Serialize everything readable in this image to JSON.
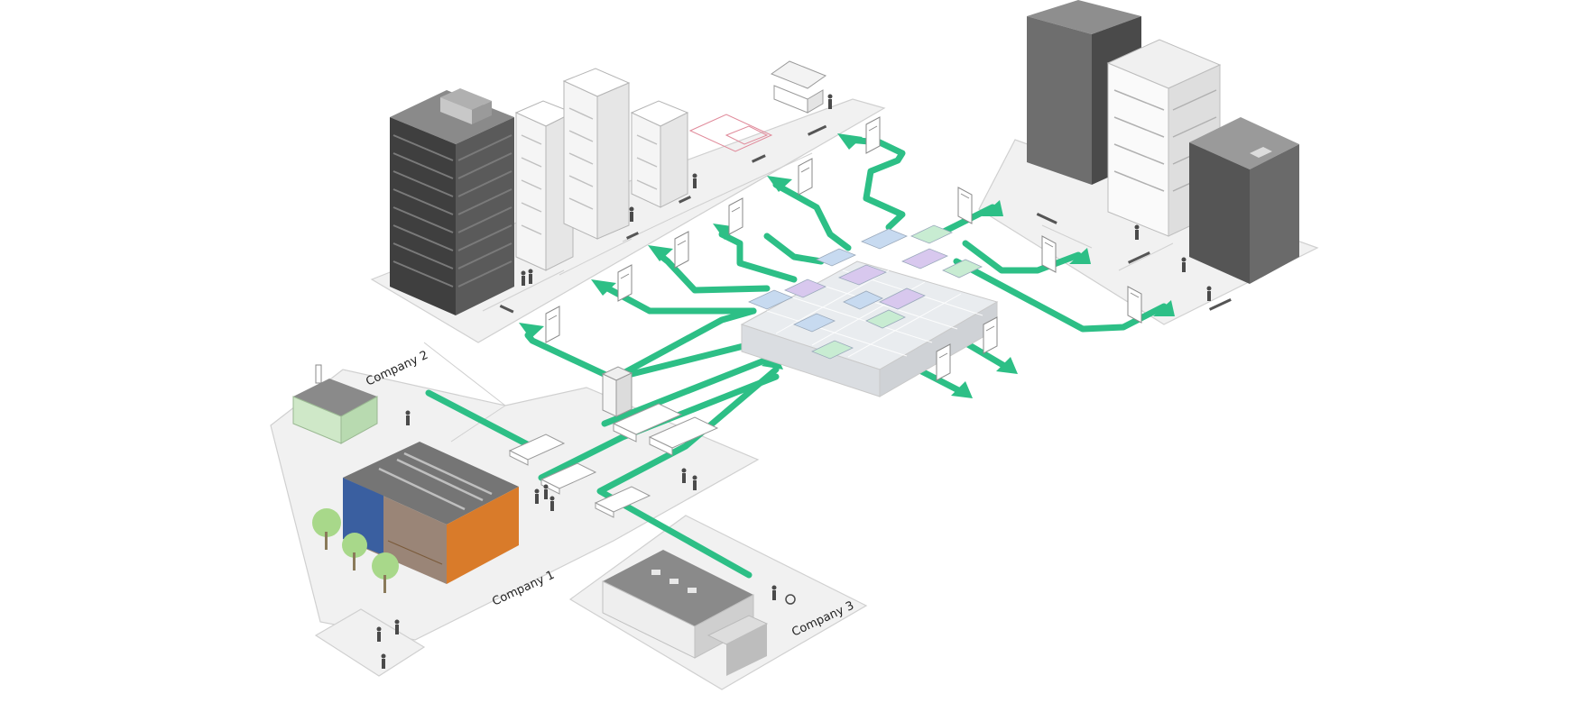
{
  "labels": {
    "company_1": "Company 1",
    "company_2": "Company 2",
    "company_3": "Company 3"
  },
  "colors": {
    "flow": "#2dbf86",
    "platform": "#f1f1f1",
    "platform_edge": "#d4d4d4",
    "dark_building": "#4d4d4d",
    "light_building": "#f4f4f4",
    "hub_blue": "#c7daf0",
    "hub_purple": "#d8c8ee",
    "hub_green": "#c8ecd2"
  },
  "icons": [
    "document-icon",
    "person-icon",
    "tree-icon",
    "house-icon",
    "bank-icon",
    "wheelchair-icon",
    "desk-icon"
  ]
}
